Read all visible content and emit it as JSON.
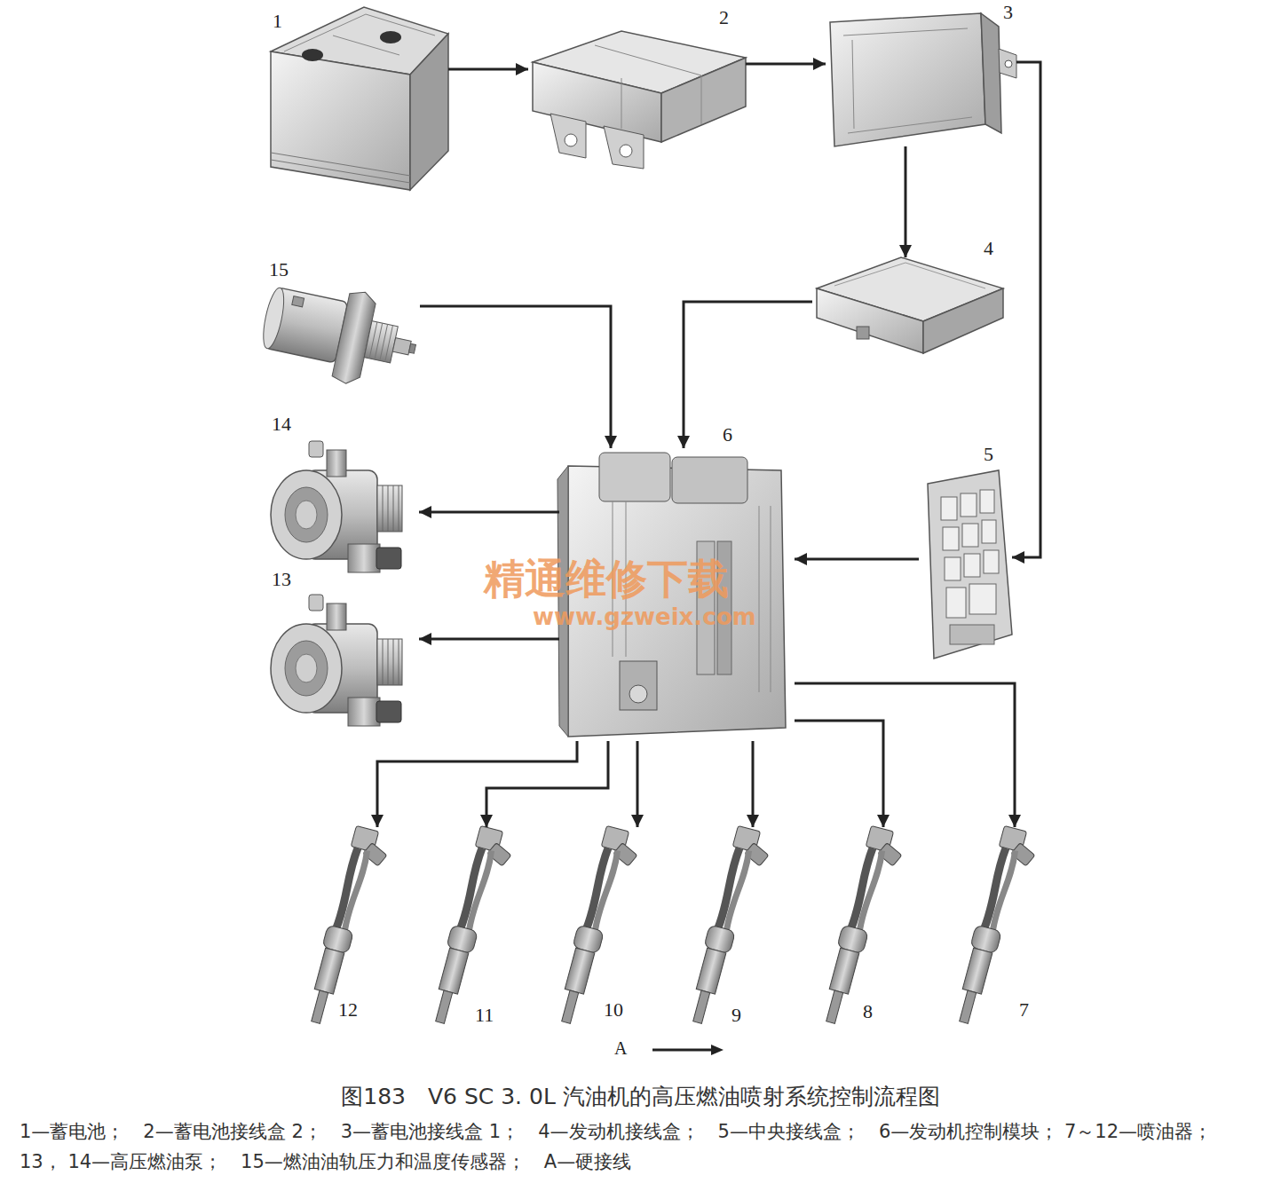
{
  "diagram": {
    "title": "图183　V6 SC 3. 0L 汽油机的高压燃油喷射系统控制流程图",
    "caption": "1—蓄电池；　2—蓄电池接线盒 2；　3—蓄电池接线盒 1；　4—发动机接线盒；　5—中央接线盒；　6—发动机控制模块； 7～12—喷油器；　13， 14—高压燃油泵；　15—燃油油轨压力和温度传感器；　A—硬接线",
    "nodes": [
      {
        "text": [
          "1"
        ]
      },
      {
        "text": [
          "2"
        ]
      },
      {
        "text": [
          "3"
        ]
      },
      {
        "text": [
          "4"
        ]
      },
      {
        "text": [
          "5"
        ]
      },
      {
        "text": [
          "6"
        ]
      },
      {
        "text": [
          "7"
        ]
      },
      {
        "text": [
          "8"
        ]
      },
      {
        "text": [
          "9"
        ]
      },
      {
        "text": [
          "10"
        ]
      },
      {
        "text": [
          "11"
        ]
      },
      {
        "text": [
          "12"
        ]
      },
      {
        "text": [
          "13"
        ]
      },
      {
        "text": [
          "14"
        ]
      },
      {
        "text": [
          "15"
        ]
      }
    ],
    "edges": [
      {
        "from": 0,
        "to": 1,
        "arrow": "to"
      },
      {
        "from": 1,
        "to": 2,
        "arrow": "to"
      },
      {
        "from": 2,
        "to": 3,
        "arrow": "to"
      },
      {
        "from": 2,
        "to": 4,
        "arrow": "to"
      },
      {
        "from": 3,
        "to": 5,
        "arrow": "to"
      },
      {
        "from": 14,
        "to": 5,
        "arrow": "to"
      },
      {
        "from": 4,
        "to": 5,
        "arrow": "to"
      },
      {
        "from": 5,
        "to": 12,
        "arrow": "to"
      },
      {
        "from": 5,
        "to": 13,
        "arrow": "to"
      },
      {
        "from": 5,
        "to": 11,
        "arrow": "to"
      },
      {
        "from": 5,
        "to": 10,
        "arrow": "to"
      },
      {
        "from": 5,
        "to": 9,
        "arrow": "to"
      },
      {
        "from": 5,
        "to": 8,
        "arrow": "to"
      },
      {
        "from": 5,
        "to": 7,
        "arrow": "to"
      },
      {
        "from": 5,
        "to": 6,
        "arrow": "to"
      }
    ],
    "labels": [
      "精通维修下载",
      "www.gzweix.com",
      "A"
    ]
  }
}
